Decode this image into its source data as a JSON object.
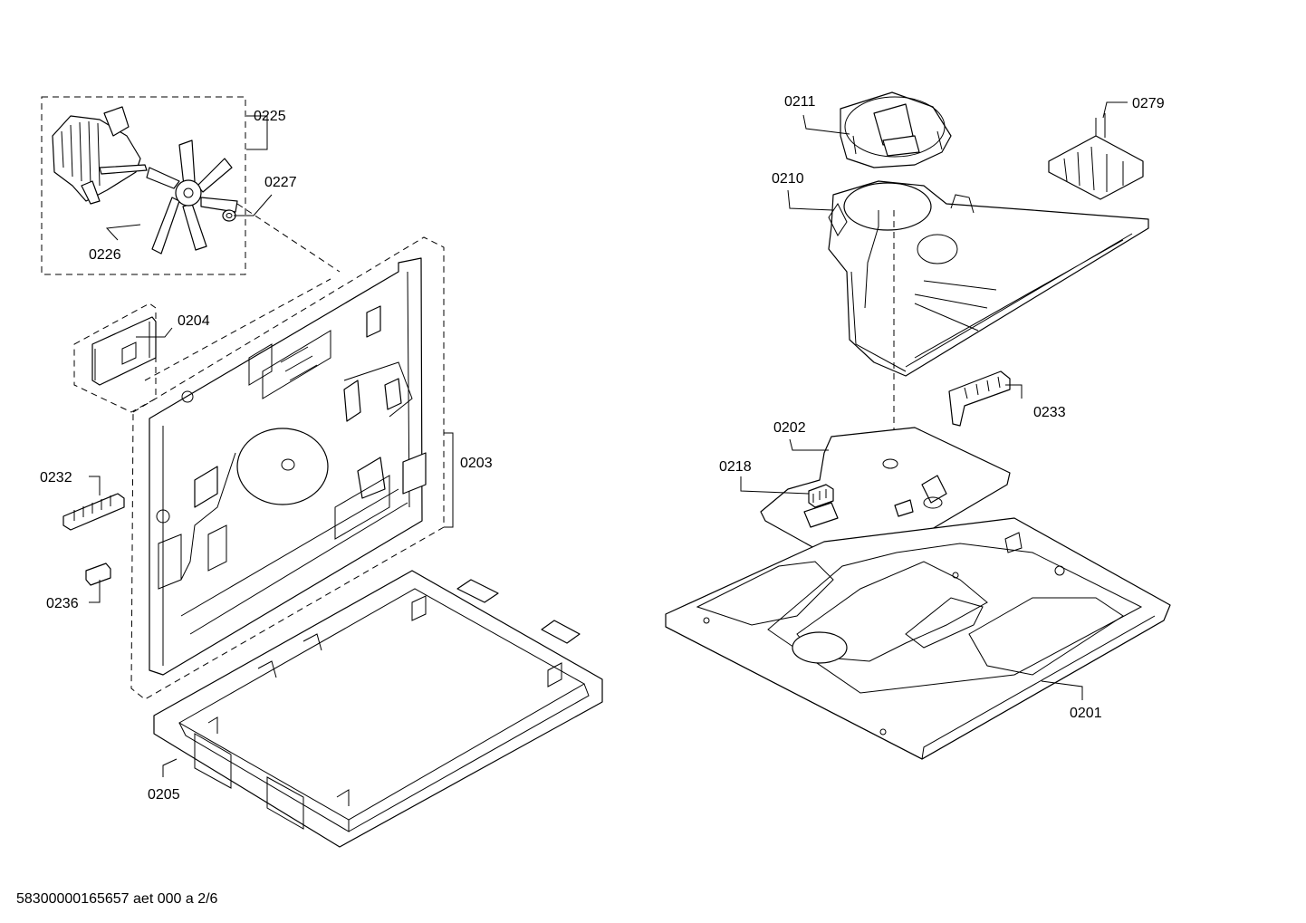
{
  "diagram": {
    "labels": {
      "p0225": "0225",
      "p0227": "0227",
      "p0226": "0226",
      "p0204": "0204",
      "p0203": "0203",
      "p0232": "0232",
      "p0236": "0236",
      "p0205": "0205",
      "p0211": "0211",
      "p0279": "0279",
      "p0210": "0210",
      "p0233": "0233",
      "p0202": "0202",
      "p0218": "0218",
      "p0201": "0201"
    },
    "footer": "58300000165657 aet 000 a 2/6"
  }
}
